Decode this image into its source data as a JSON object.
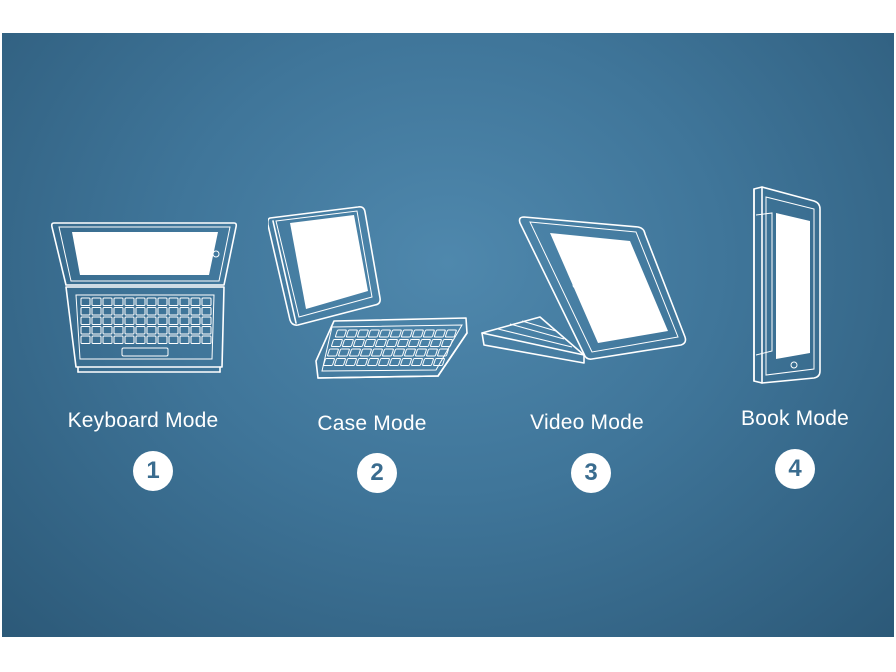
{
  "modes": [
    {
      "label": "Keyboard Mode",
      "number": "1",
      "icon": "laptop-keyboard-icon"
    },
    {
      "label": "Case Mode",
      "number": "2",
      "icon": "tablet-case-icon"
    },
    {
      "label": "Video Mode",
      "number": "3",
      "icon": "tablet-stand-icon"
    },
    {
      "label": "Book Mode",
      "number": "4",
      "icon": "tablet-book-icon"
    }
  ],
  "colors": {
    "background": "#3f7599",
    "foreground": "#ffffff",
    "badge_text": "#3a6c8f"
  }
}
